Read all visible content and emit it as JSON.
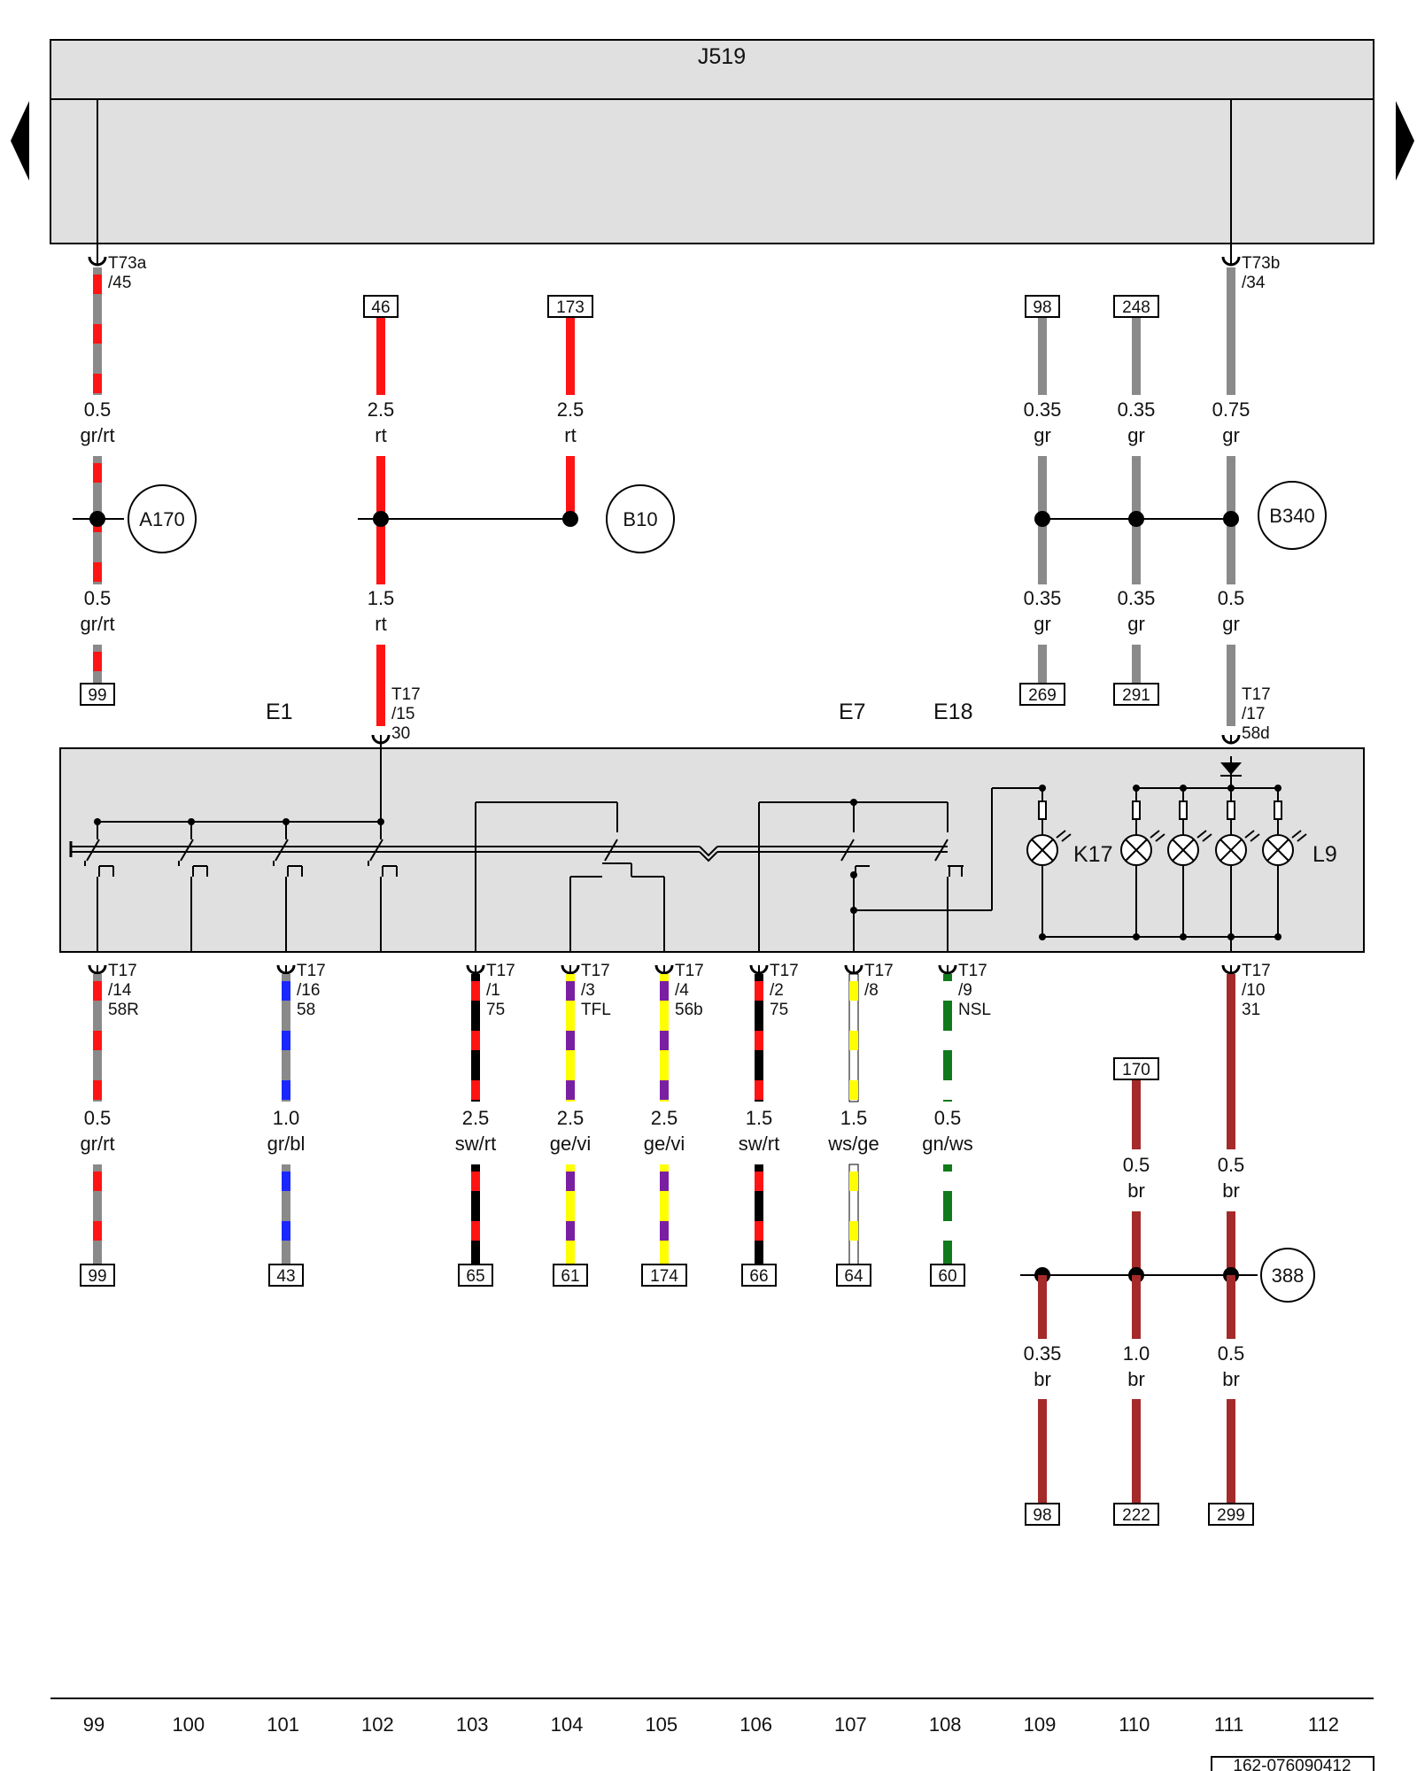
{
  "header": {
    "control_unit": "J519"
  },
  "nav": {
    "left_arrow": "previous-page",
    "right_arrow": "next-page"
  },
  "components": {
    "e1": "E1",
    "e7": "E7",
    "e18": "E18",
    "k17": "K17",
    "l9": "L9"
  },
  "connectors": {
    "t73a": [
      "T73a",
      "/45"
    ],
    "t73b": [
      "T73b",
      "/34"
    ],
    "t17_15": [
      "T17",
      "/15",
      "30"
    ],
    "t17_17": [
      "T17",
      "/17",
      "58d"
    ],
    "t17_14": [
      "T17",
      "/14",
      "58R"
    ],
    "t17_16": [
      "T17",
      "/16",
      "58"
    ],
    "t17_1": [
      "T17",
      "/1",
      "75"
    ],
    "t17_3": [
      "T17",
      "/3",
      "TFL"
    ],
    "t17_4": [
      "T17",
      "/4",
      "56b"
    ],
    "t17_2": [
      "T17",
      "/2",
      "75"
    ],
    "t17_8": [
      "T17",
      "/8"
    ],
    "t17_9": [
      "T17",
      "/9",
      "NSL"
    ],
    "t17_10": [
      "T17",
      "/10",
      "31"
    ]
  },
  "splices": {
    "a170": "A170",
    "b10": "B10",
    "b340": "B340",
    "s388": "388"
  },
  "refs": {
    "r46": "46",
    "r173": "173",
    "r98_top": "98",
    "r248": "248",
    "r99_top": "99",
    "r269": "269",
    "r291": "291",
    "r170": "170",
    "b99": "99",
    "b43": "43",
    "b65": "65",
    "b61": "61",
    "b174": "174",
    "b66": "66",
    "b64": "64",
    "b60": "60",
    "g98": "98",
    "g222": "222",
    "g299": "299"
  },
  "wires": {
    "w1": [
      "0.5",
      "gr/rt"
    ],
    "w2": [
      "0.5",
      "gr/rt"
    ],
    "w3": [
      "2.5",
      "rt"
    ],
    "w4": [
      "2.5",
      "rt"
    ],
    "w5": [
      "1.5",
      "rt"
    ],
    "w6": [
      "0.35",
      "gr"
    ],
    "w7": [
      "0.35",
      "gr"
    ],
    "w8": [
      "0.75",
      "gr"
    ],
    "w9": [
      "0.35",
      "gr"
    ],
    "w10": [
      "0.35",
      "gr"
    ],
    "w11": [
      "0.5",
      "gr"
    ],
    "w12": [
      "0.5",
      "gr/rt"
    ],
    "w13": [
      "1.0",
      "gr/bl"
    ],
    "w14": [
      "2.5",
      "sw/rt"
    ],
    "w15": [
      "2.5",
      "ge/vi"
    ],
    "w16": [
      "2.5",
      "ge/vi"
    ],
    "w17": [
      "1.5",
      "sw/rt"
    ],
    "w18": [
      "1.5",
      "ws/ge"
    ],
    "w19": [
      "0.5",
      "gn/ws"
    ],
    "w20": [
      "0.5",
      "br"
    ],
    "w21": [
      "0.5",
      "br"
    ],
    "w22": [
      "0.35",
      "br"
    ],
    "w23": [
      "1.0",
      "br"
    ],
    "w24": [
      "0.5",
      "br"
    ]
  },
  "colors": {
    "gr": "#8a8a8a",
    "rt": "#ff1414",
    "bl": "#1a28ff",
    "sw": "#000000",
    "ge": "#ffff00",
    "vi": "#7a1fa2",
    "ws": "#ffffff",
    "gn": "#117a1c",
    "br": "#a52a2a",
    "panel": "#e0e0e0"
  },
  "footer": {
    "tracks": [
      "99",
      "100",
      "101",
      "102",
      "103",
      "104",
      "105",
      "106",
      "107",
      "108",
      "109",
      "110",
      "111",
      "112"
    ],
    "doc_code": "162-076090412"
  }
}
